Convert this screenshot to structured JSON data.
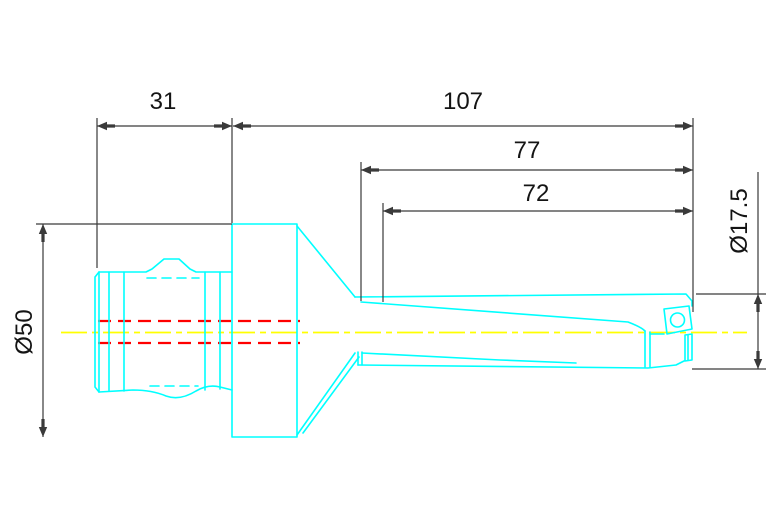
{
  "drawing": {
    "dimension_labels": {
      "shank_length": "31",
      "overall_body_length": "107",
      "flute_length": "77",
      "drilling_depth": "72",
      "shank_diameter": "Ø50",
      "drill_diameter": "Ø17.5"
    }
  },
  "colors": {
    "background": "#ffffff",
    "geometry": "#00ffff",
    "hidden_line": "#ff0000",
    "centerline": "#ffff00",
    "dimension_line": "#3a3a3a",
    "text": "#141414"
  }
}
